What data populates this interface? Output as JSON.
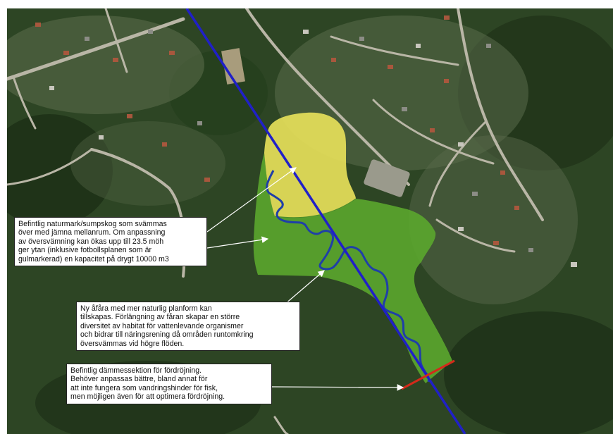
{
  "colors": {
    "flood_zone": "#5aa52e",
    "football_field_zone": "#e6e05a",
    "new_river_channel": "#1f3fa8",
    "cross_section_line": "#2020c8",
    "dam_section": "#d42a1a",
    "callout_arrow": "#ffffff"
  },
  "callouts": [
    {
      "lines": [
        "Befintlig naturmark/sumpskog som svämmas",
        "över med jämna mellanrum. Om anpassning",
        "av översvämning kan ökas upp till 23.5 möh",
        "ger ytan (inklusive fotbollsplanen som är",
        "gulmarkerad) en kapacitet på drygt 10000 m3"
      ]
    },
    {
      "lines": [
        "Ny åfåra med mer naturlig planform kan",
        "tillskapas. Förlängning av fåran skapar en större",
        "diversitet av habitat för vattenlevande organismer",
        "och bidrar till näringsrening då områden runtomkring",
        "översvämmas vid högre flöden."
      ]
    },
    {
      "lines": [
        "Befintlig dämmessektion för fördröjning.",
        "Behöver anpassas bättre, bland annat för",
        "att inte fungera som vandringshinder för fisk,",
        "men möjligen även för att optimera fördröjning."
      ]
    }
  ]
}
